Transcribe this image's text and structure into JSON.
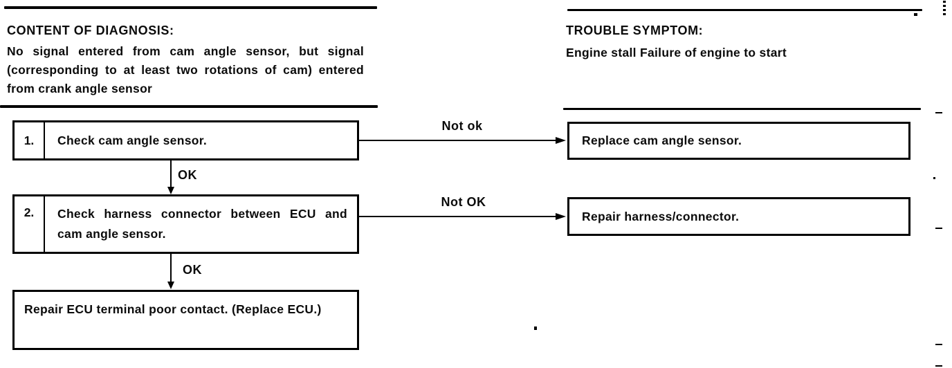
{
  "page": {
    "background": "#ffffff",
    "ink": "#000000"
  },
  "header": {
    "diagnosis": {
      "title": "CONTENT OF DIAGNOSIS:",
      "body": "No signal entered from cam angle sensor, but signal (corresponding to at least two rotations of cam) entered from crank angle sensor"
    },
    "symptom": {
      "title": "TROUBLE SYMPTOM:",
      "body": "Engine stall Failure of engine to start"
    }
  },
  "flowchart": {
    "steps": [
      {
        "number": "1.",
        "label": "Check cam angle sensor.",
        "fail_label": "Not ok",
        "fail_action": "Replace cam angle sensor.",
        "pass_label": "OK"
      },
      {
        "number": "2.",
        "label": "Check harness connector between ECU and cam angle sensor.",
        "fail_label": "Not OK",
        "fail_action": "Repair harness/connector.",
        "pass_label": "OK"
      }
    ],
    "final_action": "Repair ECU terminal poor contact. (Replace ECU.)"
  }
}
